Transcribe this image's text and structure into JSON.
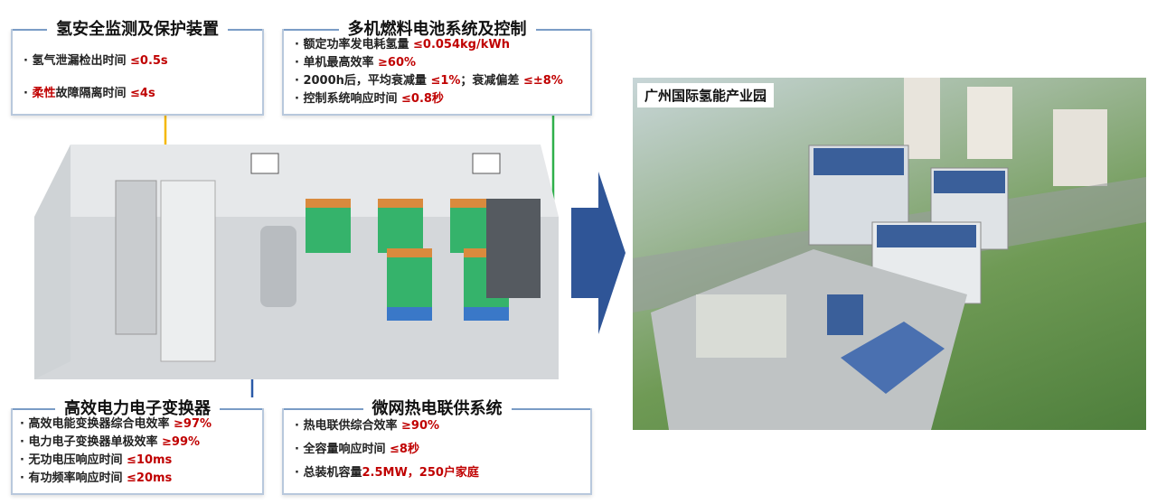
{
  "boxes": {
    "hydrogen_safety": {
      "title": "氢安全监测及保护装置",
      "items": [
        {
          "label": "氢气泄漏检出时间 ",
          "value": "≤0.5s"
        },
        {
          "label_red": "柔性",
          "label": "故障隔离时间 ",
          "value": "≤4s"
        }
      ]
    },
    "fuel_cell": {
      "title": "多机燃料电池系统及控制",
      "items": [
        {
          "label": "额定功率发电耗氢量 ",
          "value": "≤0.054kg/kWh"
        },
        {
          "label": "单机最高效率 ",
          "value": "≥60%"
        },
        {
          "label": "2000h后，平均衰减量 ",
          "value": "≤1%",
          "label2": "；衰减偏差 ",
          "value2": "≤±8%"
        },
        {
          "label": "控制系统响应时间 ",
          "value": "≤0.8秒"
        }
      ]
    },
    "converter": {
      "title": "高效电力电子变换器",
      "items": [
        {
          "label": "高效电能变换器综合电效率 ",
          "value": "≥97%"
        },
        {
          "label": "电力电子变换器单极效率 ",
          "value": "≥99%"
        },
        {
          "label": "无功电压响应时间 ",
          "value": "≤10ms"
        },
        {
          "label": "有功频率响应时间 ",
          "value": "≤20ms"
        }
      ]
    },
    "chp": {
      "title": "微网热电联供系统",
      "items": [
        {
          "label": "热电联供综合效率 ",
          "value": "≥90%"
        },
        {
          "label": "全容量响应时间 ",
          "value": "≤8秒"
        },
        {
          "label": "总装机容量",
          "value": "2.5MW，250户家庭"
        }
      ]
    }
  },
  "photo": {
    "label": "广州国际氢能产业园"
  },
  "colors": {
    "yellow": "#f5b800",
    "green": "#2fb04a",
    "blue": "#2b5aa8",
    "arrow": "#2f5597",
    "red": "#c00000"
  }
}
